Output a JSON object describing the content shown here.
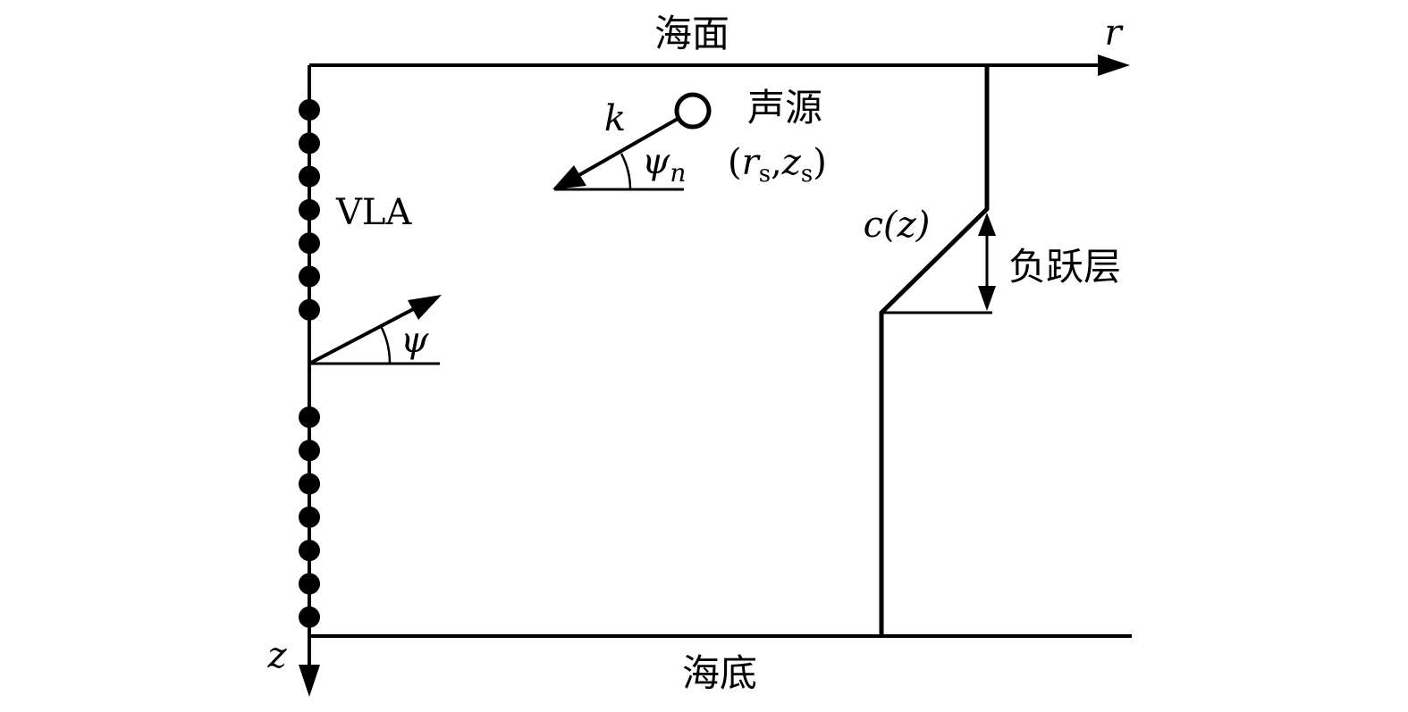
{
  "labels": {
    "sea_surface": "海面",
    "sea_bottom": "海底",
    "r_axis": "r",
    "z_axis": "z",
    "array": "VLA",
    "source": "声源",
    "source_pos_r": "r",
    "source_pos_r_sub": "s",
    "source_pos_z": "z",
    "source_pos_z_sub": "s",
    "wavenumber": "k",
    "psi_n": "ψ",
    "psi_n_sub": "n",
    "psi": "ψ",
    "sound_speed": "c(z)",
    "thermocline": "负跃层"
  },
  "array": {
    "upper_hydrophone_count": 7,
    "lower_hydrophone_count": 7
  }
}
